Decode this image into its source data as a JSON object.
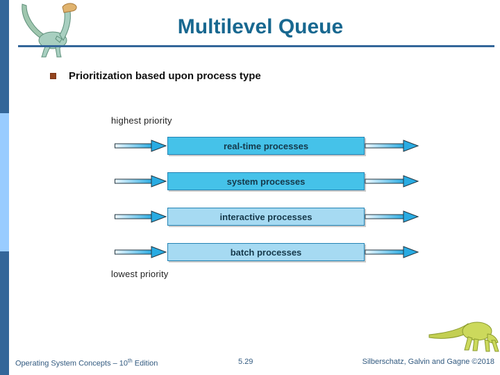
{
  "slide": {
    "title": "Multilevel Queue",
    "bullet": "Prioritization based upon process type"
  },
  "diagram": {
    "top_label": "highest priority",
    "bottom_label": "lowest priority",
    "queues": [
      {
        "label": "real-time processes",
        "fill": "#45c2e9"
      },
      {
        "label": "system processes",
        "fill": "#45c2e9"
      },
      {
        "label": "interactive processes",
        "fill": "#a6daf2"
      },
      {
        "label": "batch processes",
        "fill": "#a6daf2"
      }
    ],
    "box_border_color": "#2383b4",
    "arrow_gradient_start": "#eef8fe",
    "arrow_gradient_end": "#29abe2"
  },
  "footer": {
    "left_prefix": "Operating System Concepts – 10",
    "left_sup": "th",
    "left_suffix": " Edition",
    "page": "5.29",
    "right": "Silberschatz, Galvin and Gagne ©2018"
  },
  "colors": {
    "title_text": "#186890",
    "rule": "#336699",
    "sidebar_dark": "#336699",
    "sidebar_light": "#99ccff",
    "footer_text": "#31597f",
    "bullet_square": "#93451f"
  },
  "icons": {
    "top_left": "dinosaur-logo",
    "bottom_right": "dinosaur-logo"
  }
}
